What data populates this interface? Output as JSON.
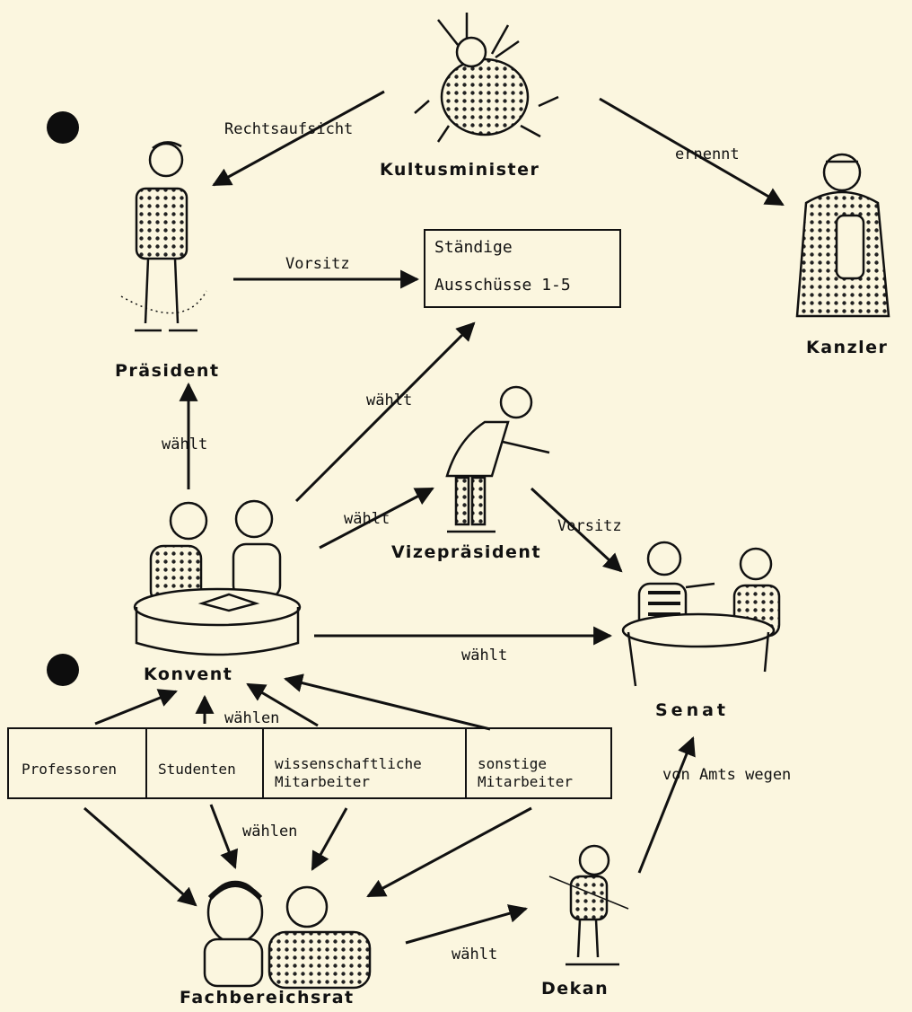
{
  "nodes": {
    "kultusminister": "Kultusminister",
    "praesident": "Präsident",
    "kanzler": "Kanzler",
    "vizepraesident": "Vizepräsident",
    "konvent": "Konvent",
    "senat": "Senat",
    "fachbereichsrat": "Fachbereichsrat",
    "dekan": "Dekan"
  },
  "committee": {
    "line1": "Ständige",
    "line2": "Ausschüsse 1-5"
  },
  "groups": [
    {
      "line1": "Professoren",
      "line2": ""
    },
    {
      "line1": "Studenten",
      "line2": ""
    },
    {
      "line1": "wissenschaftliche",
      "line2": "Mitarbeiter"
    },
    {
      "line1": "sonstige",
      "line2": "Mitarbeiter"
    }
  ],
  "edges": {
    "rechtsaufsicht": "Rechtsaufsicht",
    "ernennt": "ernennt",
    "vorsitz_ausschuesse": "Vorsitz",
    "waehlt_praesident": "wählt",
    "waehlt_ausschuesse": "wählt",
    "waehlt_vize": "wählt",
    "vorsitz_senat": "Vorsitz",
    "waehlt_senat": "wählt",
    "waehlen_konvent": "wählen",
    "waehlen_fbr": "wählen",
    "waehlt_dekan": "wählt",
    "von_amts_wegen": "von Amts wegen"
  },
  "colors": {
    "paper": "#fbf6df",
    "ink": "#111111"
  },
  "illustrations": [
    "kultusminister-cartoon",
    "praesident-cartoon",
    "kanzler-cartoon",
    "vizepraesident-cartoon",
    "konvent-cartoon",
    "senat-cartoon",
    "fachbereichsrat-cartoon",
    "dekan-cartoon"
  ]
}
